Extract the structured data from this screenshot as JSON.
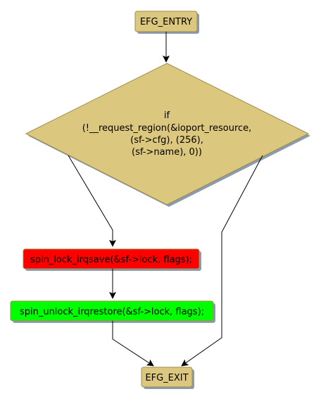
{
  "nodes": {
    "entry": {
      "label": "EFG_ENTRY",
      "fill": "#dbc77e"
    },
    "condition": {
      "lines": [
        "if",
        "(!__request_region(&ioport_resource,",
        "(sf->cfg), (256),",
        "(sf->name), 0))"
      ],
      "fill": "#dbc77e"
    },
    "lock": {
      "label": "spin_lock_irqsave(&sf->lock, flags);",
      "fill": "#ff0000"
    },
    "unlock": {
      "label": "spin_unlock_irqrestore(&sf->lock, flags);",
      "fill": "#00ff00"
    },
    "exit": {
      "label": "EFG_EXIT",
      "fill": "#dbc77e"
    }
  },
  "colors": {
    "edge": "#000000",
    "shadow": "#8a9bb0",
    "border": "#a08c4a"
  }
}
